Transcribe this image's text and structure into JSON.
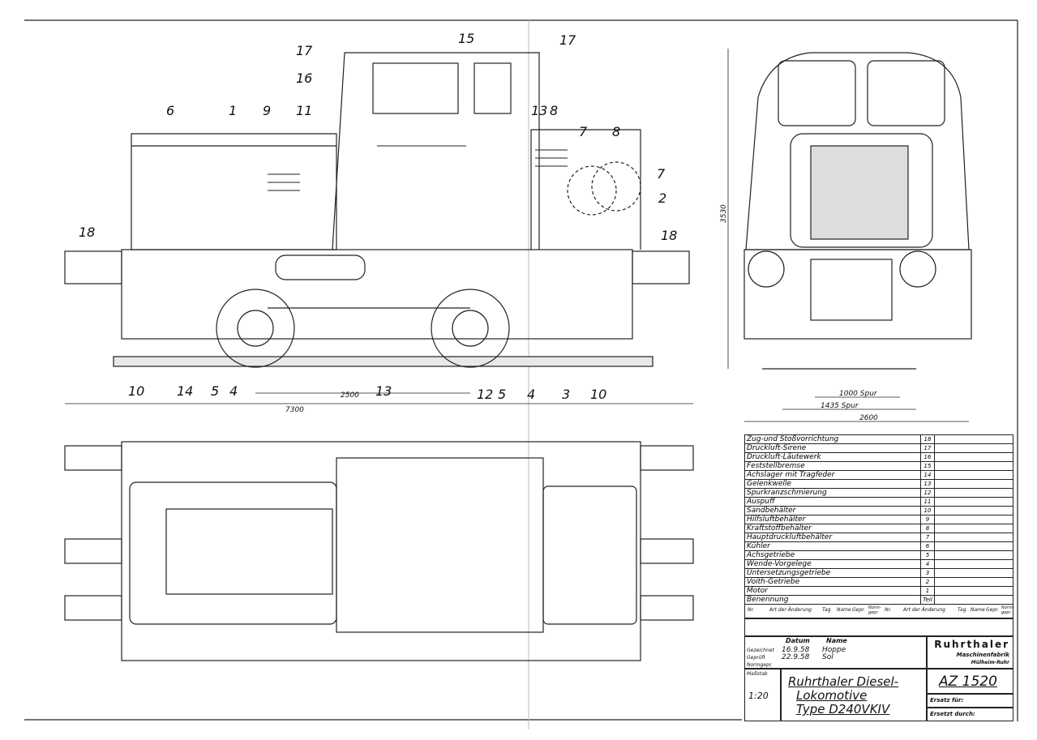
{
  "callouts": {
    "c15": "15",
    "c17a": "17",
    "c17b": "17",
    "c16": "16",
    "c6": "6",
    "c1": "1",
    "c9": "9",
    "c11": "11",
    "c13a": "13",
    "c8a": "8",
    "c7a": "7",
    "c8b": "8",
    "c7b": "7",
    "c2": "2",
    "c18a": "18",
    "c18b": "18",
    "c10a": "10",
    "c14": "14",
    "c5a": "5",
    "c4a": "4",
    "c13b": "13",
    "c12": "12",
    "c5b": "5",
    "c4b": "4",
    "c3": "3",
    "c10b": "10"
  },
  "dimensions": {
    "wheelbase": "2500",
    "length": "7300",
    "height": "3530",
    "gauge_narrow": "1000 Spur",
    "gauge_standard": "1435 Spur",
    "width": "2600"
  },
  "parts_list": [
    {
      "label": "Zug-und Stoßvorrichtung",
      "num": "18"
    },
    {
      "label": "Druckluft-Sirene",
      "num": "17"
    },
    {
      "label": "Druckluft-Läutewerk",
      "num": "16"
    },
    {
      "label": "Feststellbremse",
      "num": "15"
    },
    {
      "label": "Achslager mit Tragfeder",
      "num": "14"
    },
    {
      "label": "Gelenkwelle",
      "num": "13"
    },
    {
      "label": "Spurkranzschmierung",
      "num": "12"
    },
    {
      "label": "Auspuff",
      "num": "11"
    },
    {
      "label": "Sandbehälter",
      "num": "10"
    },
    {
      "label": "Hilfsluftbehälter",
      "num": "9"
    },
    {
      "label": "Kraftstoffbehälter",
      "num": "8"
    },
    {
      "label": "Hauptdruckluftbehälter",
      "num": "7"
    },
    {
      "label": "Kühler",
      "num": "6"
    },
    {
      "label": "Achsgetriebe",
      "num": "5"
    },
    {
      "label": "Wende-Vorgelege",
      "num": "4"
    },
    {
      "label": "Untersetzungsgetriebe",
      "num": "3"
    },
    {
      "label": "Voith-Getriebe",
      "num": "2"
    },
    {
      "label": "Motor",
      "num": "1"
    },
    {
      "label": "Benennung",
      "num": "Teil"
    }
  ],
  "change_header": {
    "nr": "Nr.",
    "art": "Art der Änderung",
    "tag": "Tag",
    "name": "Name",
    "gepr": "Gepr.",
    "normgepr": "Norm-gepr."
  },
  "title_block": {
    "datum_label": "Datum",
    "name_label": "Name",
    "gezeichnet_label": "Gezeichnet",
    "gezeichnet_date": "16.9.58",
    "gezeichnet_name": "Hoppe",
    "geprueft_label": "Geprüft",
    "geprueft_date": "22.9.58",
    "geprueft_name": "Sol",
    "normgeprueft_label": "Normgepr.",
    "company": "Ruhrthaler",
    "company_sub1": "Maschinenfabrik",
    "company_sub2": "Mülheim-Ruhr",
    "massstab_label": "Maßstab",
    "scale": "1:20",
    "title_line1": "Ruhrthaler Diesel-",
    "title_line2": "Lokomotive",
    "title_line3": "Type D240VKIV",
    "drawing_no": "AZ 1520",
    "ersatz_fuer": "Ersatz für:",
    "ersetzt_durch": "Ersetzt durch:"
  }
}
